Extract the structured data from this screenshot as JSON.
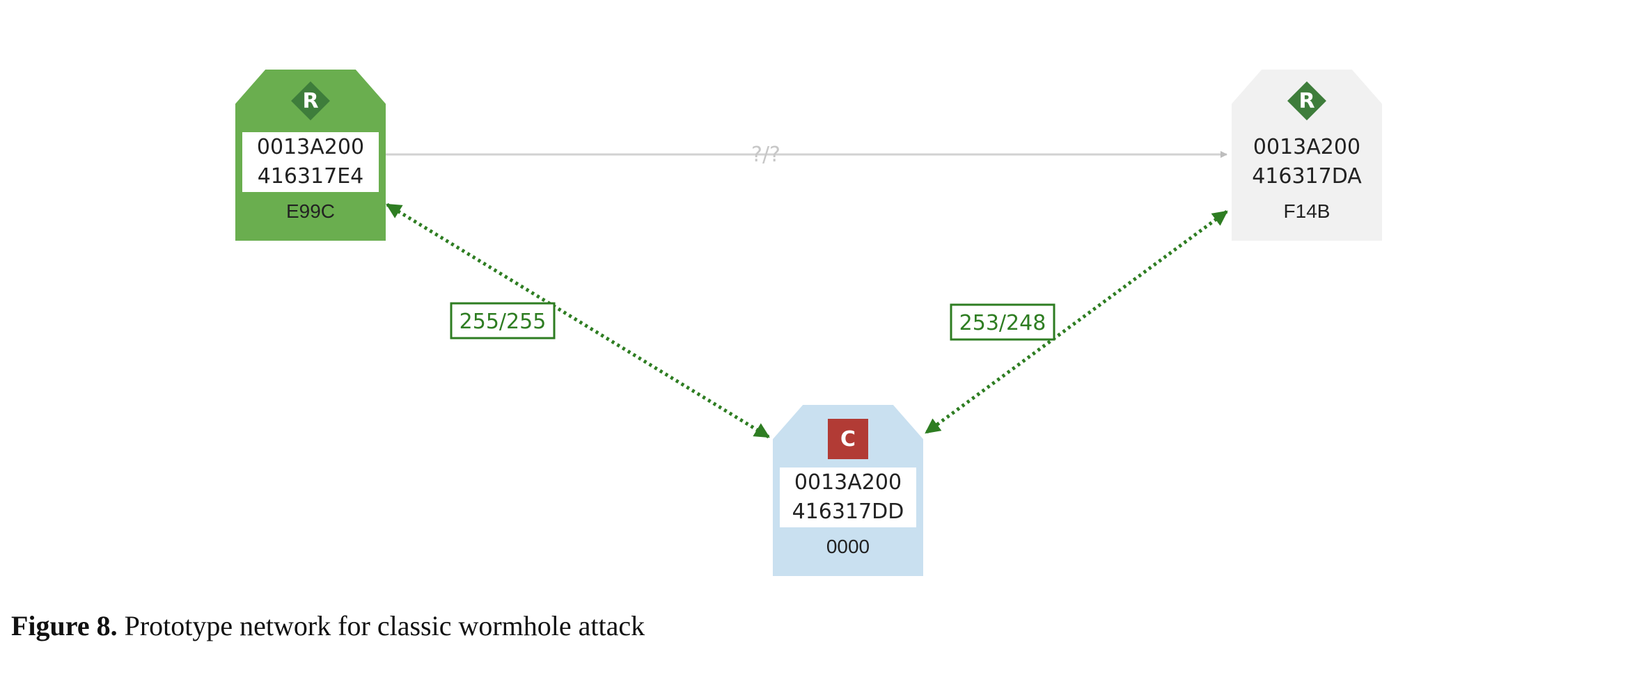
{
  "nodes": [
    {
      "id": "A",
      "role_badge": "R",
      "addr_high": "0013A200",
      "addr_low": "416317E4",
      "short_addr": "E99C",
      "color": "#6aae4f"
    },
    {
      "id": "B",
      "role_badge": "R",
      "addr_high": "0013A200",
      "addr_low": "416317DA",
      "short_addr": "F14B",
      "color": "#f1f1f1"
    },
    {
      "id": "C",
      "role_badge": "C",
      "addr_high": "0013A200",
      "addr_low": "416317DD",
      "short_addr": "0000",
      "color": "#c9e0f0"
    }
  ],
  "edges": [
    {
      "from": "A",
      "to": "B",
      "label": "?/?",
      "style": "solid",
      "color": "#cccccc"
    },
    {
      "from": "A",
      "to": "C",
      "label": "255/255",
      "style": "dotted",
      "color": "#2e7d22"
    },
    {
      "from": "B",
      "to": "C",
      "label": "253/248",
      "style": "dotted",
      "color": "#2e7d22"
    }
  ],
  "caption": {
    "label": "Figure 8.",
    "text": " Prototype network for classic wormhole attack"
  }
}
